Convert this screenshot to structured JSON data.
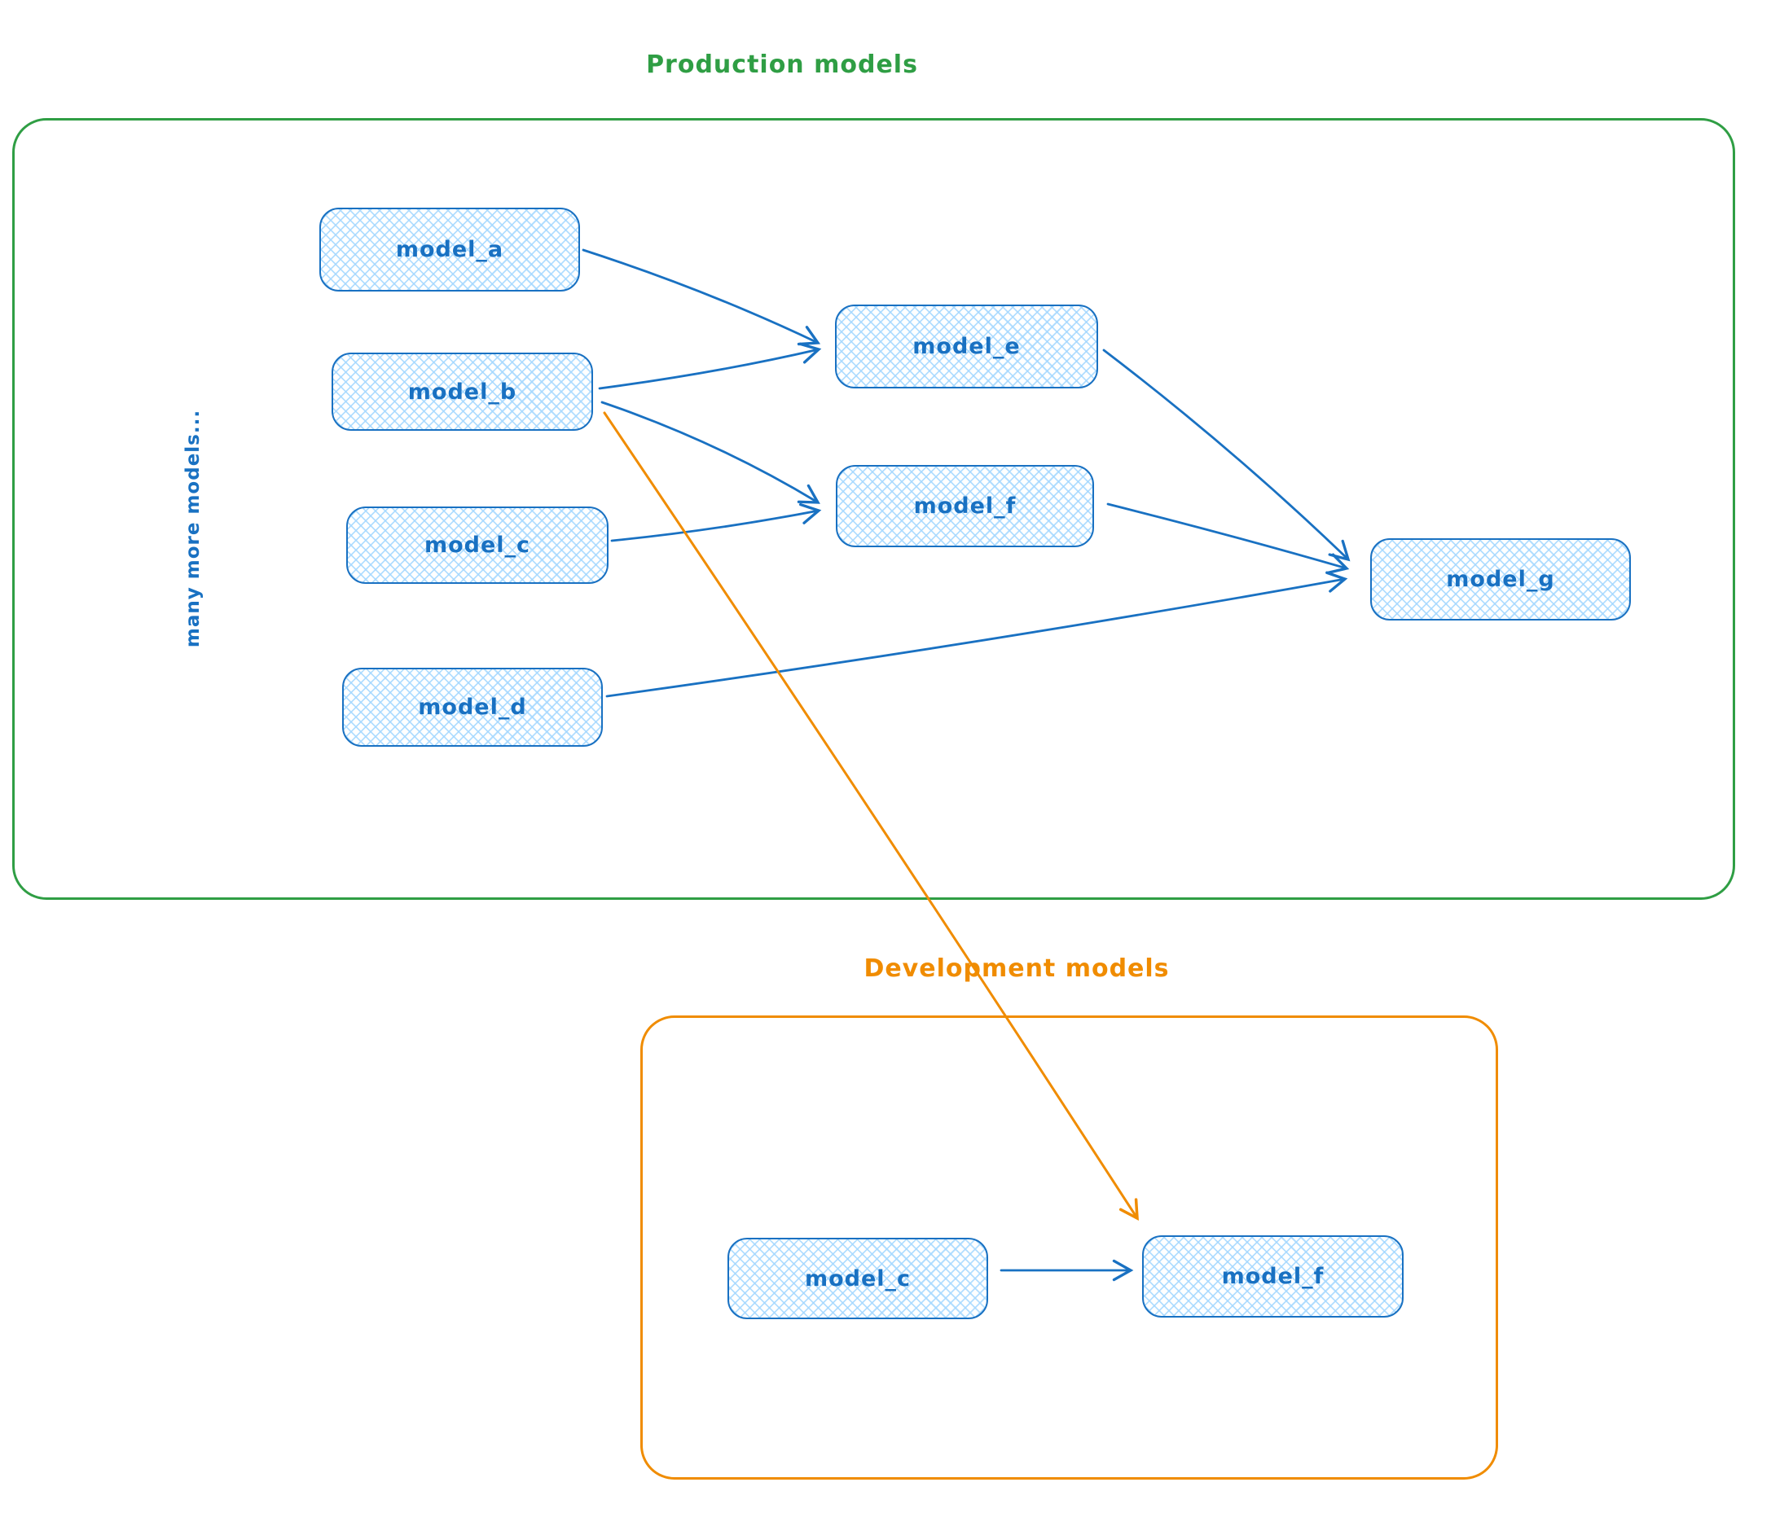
{
  "production": {
    "title": "Production models",
    "note": "many more models...",
    "nodes": {
      "a": "model_a",
      "b": "model_b",
      "c": "model_c",
      "d": "model_d",
      "e": "model_e",
      "f": "model_f",
      "g": "model_g"
    },
    "edges": [
      {
        "from": "model_a",
        "to": "model_e"
      },
      {
        "from": "model_b",
        "to": "model_e"
      },
      {
        "from": "model_b",
        "to": "model_f"
      },
      {
        "from": "model_c",
        "to": "model_f"
      },
      {
        "from": "model_e",
        "to": "model_g"
      },
      {
        "from": "model_f",
        "to": "model_g"
      },
      {
        "from": "model_d",
        "to": "model_g"
      }
    ]
  },
  "development": {
    "title": "Development models",
    "nodes": {
      "c": "model_c",
      "f": "model_f"
    },
    "edges": [
      {
        "from": "model_c",
        "to": "model_f"
      }
    ]
  },
  "cross_edges": [
    {
      "from": "production.model_b",
      "to": "development.model_f",
      "color": "#f08c00"
    }
  ],
  "colors": {
    "node_stroke": "#1971c2",
    "node_fill": "#a5d8ff",
    "production_border": "#2f9e44",
    "development_border": "#f08c00",
    "cross_edge": "#f08c00",
    "background": "#ffffff"
  }
}
